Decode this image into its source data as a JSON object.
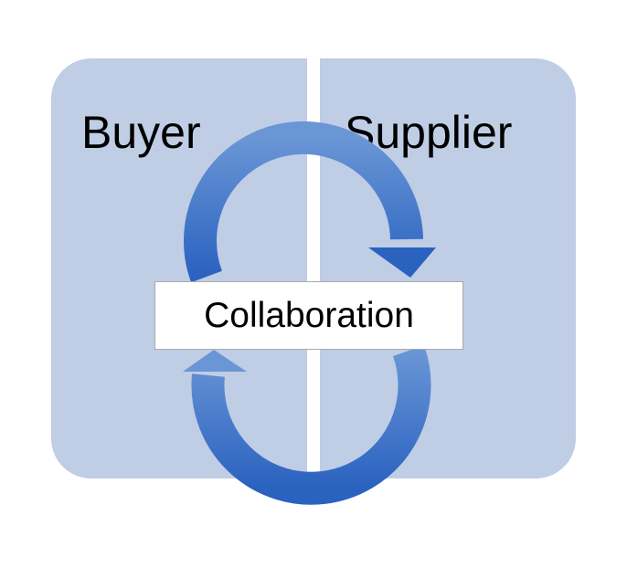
{
  "diagram": {
    "left_party": "Buyer",
    "right_party": "Supplier",
    "center_label": "Collaboration",
    "colors": {
      "panel": "#bfcde5",
      "arrow_light": "#6a96d6",
      "arrow_dark": "#2a62c0",
      "box_border": "#a9a9a9"
    }
  }
}
